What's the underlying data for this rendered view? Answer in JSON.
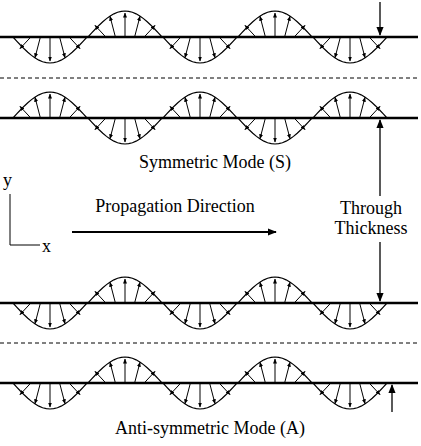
{
  "diagram": {
    "labels": [
      "Symmetric Mode (S)",
      "y",
      "Propagation Direction",
      "x",
      "Through Thickness",
      "Anti-symmetric Mode (A)"
    ]
  }
}
